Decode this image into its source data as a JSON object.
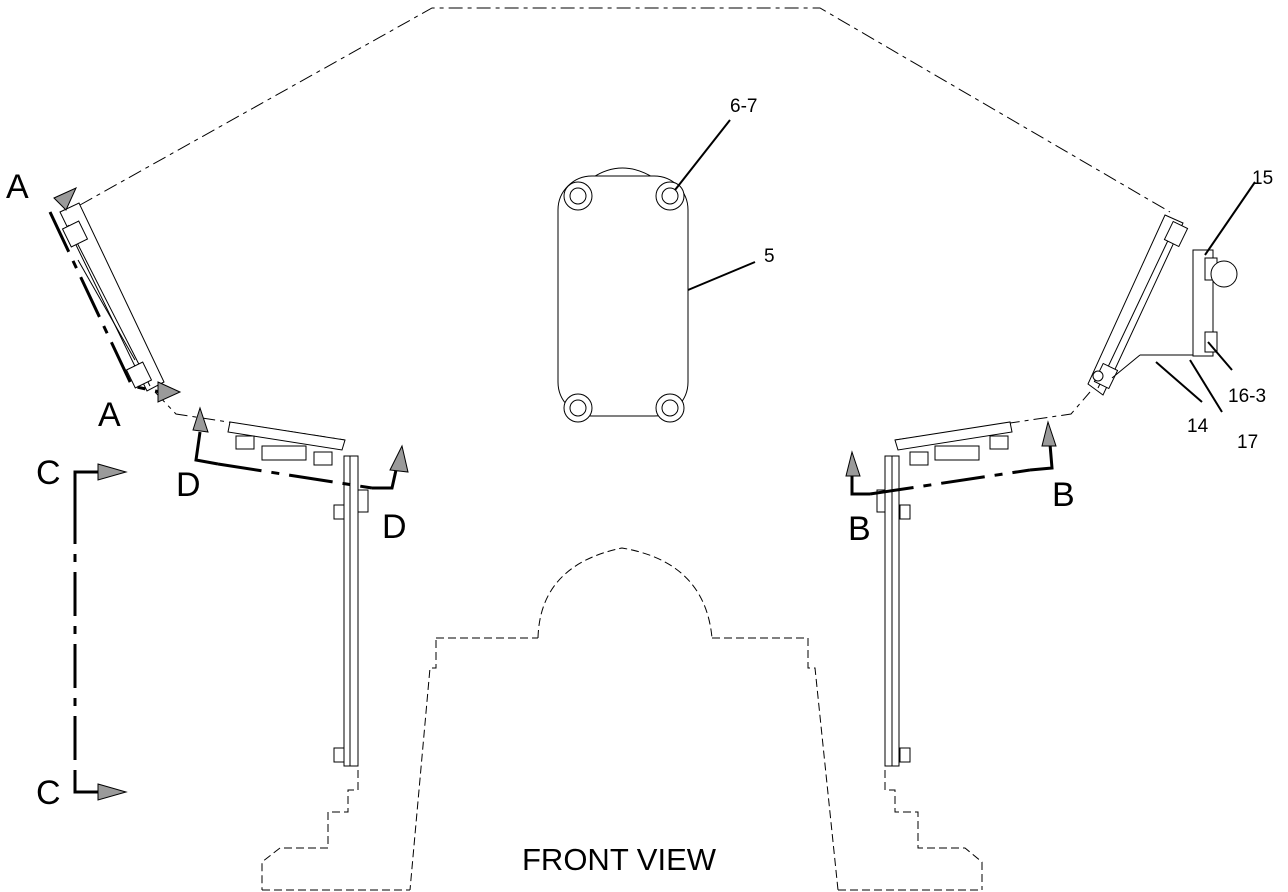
{
  "diagram": {
    "title": "FRONT VIEW",
    "section_labels": {
      "a_top": "A",
      "a_bottom": "A",
      "b_left": "B",
      "b_right": "B",
      "c_top": "C",
      "c_bottom": "C",
      "d_left": "D",
      "d_right": "D"
    },
    "callouts": {
      "c_6_7": "6-7",
      "c_5": "5",
      "c_15": "15",
      "c_16_3": "16-3",
      "c_14": "14",
      "c_17": "17"
    }
  }
}
